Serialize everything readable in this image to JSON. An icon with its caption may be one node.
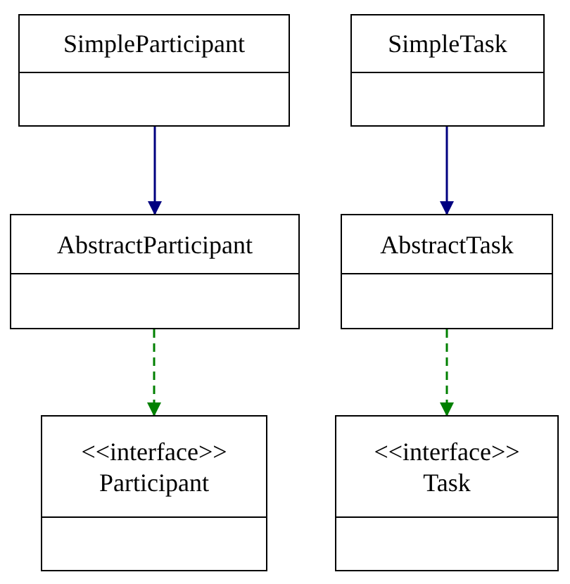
{
  "diagram": {
    "nodes": [
      {
        "text": [
          "SimpleParticipant"
        ]
      },
      {
        "text": [
          "SimpleTask"
        ]
      },
      {
        "text": [
          "AbstractParticipant"
        ]
      },
      {
        "text": [
          "AbstractTask"
        ]
      },
      {
        "text": [
          "<<interface>>",
          "Participant"
        ]
      },
      {
        "text": [
          "<<interface>>",
          "Task"
        ]
      }
    ],
    "edges": [
      {
        "from": 0,
        "to": 2,
        "arrow": "to",
        "color": "#000080"
      },
      {
        "from": 1,
        "to": 3,
        "arrow": "to",
        "color": "#000080"
      },
      {
        "from": 2,
        "to": 4,
        "arrow": "to",
        "style": "dashed",
        "color": "#008000"
      },
      {
        "from": 3,
        "to": 5,
        "arrow": "to",
        "style": "dashed",
        "color": "#008000"
      }
    ]
  }
}
